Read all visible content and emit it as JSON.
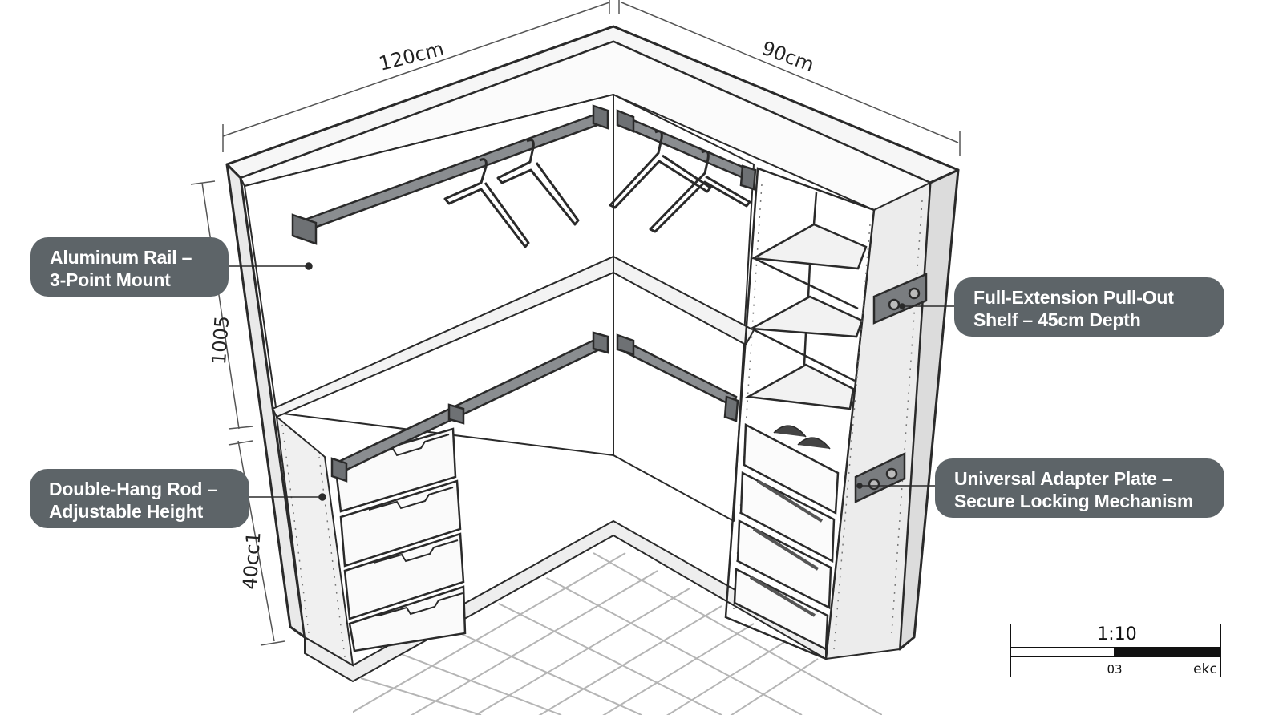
{
  "dimensions": {
    "left_width": "120cm",
    "right_width": "90cm",
    "upper_height": "1005",
    "lower_height": "40cc1"
  },
  "callouts": {
    "rail": {
      "line1": "Aluminum Rail –",
      "line2": "3-Point Mount"
    },
    "rod": {
      "line1": "Double-Hang Rod –",
      "line2": "Adjustable Height"
    },
    "shelf": {
      "line1": "Full-Extension Pull-Out",
      "line2": "Shelf – 45cm Depth"
    },
    "adapter": {
      "line1": "Universal Adapter Plate –",
      "line2": "Secure Locking Mechanism"
    }
  },
  "scale_bar": {
    "ratio": "1:10",
    "left_label": "03",
    "right_label": "ekc"
  },
  "colors": {
    "callout_bg": "#5d6468",
    "line": "#2a2a2a",
    "panel": "#f4f4f4",
    "rail": "#8a8d90"
  }
}
